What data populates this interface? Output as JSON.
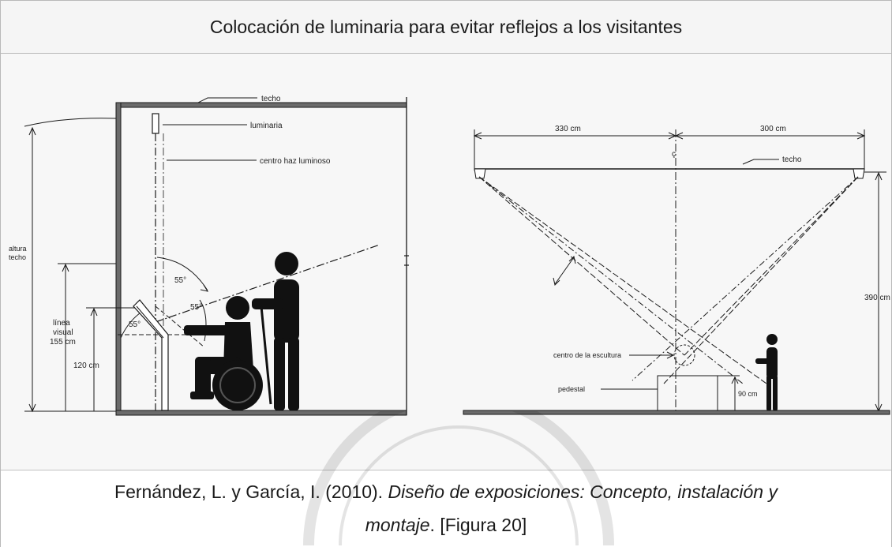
{
  "header": {
    "title": "Colocación de luminaria para evitar reflejos a los visitantes"
  },
  "left_diagram": {
    "labels": {
      "techo": "techo",
      "luminaria": "luminaria",
      "centro_haz": "centro haz luminoso",
      "altura_techo_1": "altura",
      "altura_techo_2": "techo",
      "linea_visual_1": "línea",
      "linea_visual_2": "visual",
      "linea_visual_3": "155 cm",
      "height_120": "120 cm",
      "angle_top": "55°",
      "angle_mid": "55°",
      "angle_left": "55°"
    }
  },
  "right_diagram": {
    "labels": {
      "width_left": "330 cm",
      "width_right": "300 cm",
      "centerline": "ç",
      "techo": "techo",
      "height": "390 cm",
      "centro_escultura": "centro de la escultura",
      "pedestal": "pedestal",
      "pedestal_height": "90 cm"
    }
  },
  "caption": {
    "part1": "Fernández, L. y García, I. (2010). ",
    "italic1": "Diseño de exposiciones: Concepto, instalación y",
    "italic2": "montaje",
    "part2": ". [Figura 20]"
  },
  "colors": {
    "ink": "#1a1a1a",
    "border": "#b9b9b9",
    "figure_bg": "#f7f7f7"
  }
}
